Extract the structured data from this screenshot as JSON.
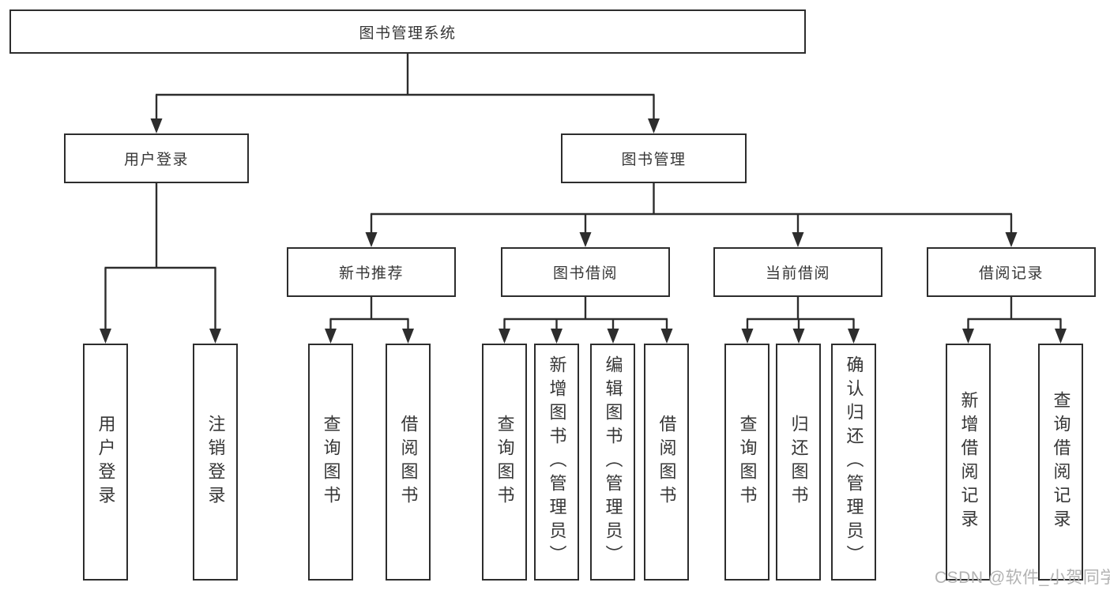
{
  "diagram_title": "图书管理系统",
  "nodes": {
    "root": "图书管理系统",
    "user_login": "用户登录",
    "book_management": "图书管理",
    "new_book_recommend": "新书推荐",
    "book_borrowing": "图书借阅",
    "current_borrowing": "当前借阅",
    "borrowing_records": "借阅记录",
    "leaf_user_login": "用户登录",
    "leaf_logout": "注销登录",
    "recommend_query_books": "查询图书",
    "recommend_borrow_books": "借阅图书",
    "borrowing_query_books": "查询图书",
    "borrowing_add_books": "新增图书（管理员）",
    "borrowing_edit_books": "编辑图书（管理员）",
    "borrowing_borrow_books": "借阅图书",
    "current_query_books": "查询图书",
    "current_return_books": "归还图书",
    "current_confirm_return": "确认归还（管理员）",
    "records_add_record": "新增借阅记录",
    "records_query_record": "查询借阅记录"
  },
  "hierarchy": {
    "图书管理系统": {
      "用户登录": [
        "用户登录",
        "注销登录"
      ],
      "图书管理": {
        "新书推荐": [
          "查询图书",
          "借阅图书"
        ],
        "图书借阅": [
          "查询图书",
          "新增图书（管理员）",
          "编辑图书（管理员）",
          "借阅图书"
        ],
        "当前借阅": [
          "查询图书",
          "归还图书",
          "确认归还（管理员）"
        ],
        "借阅记录": [
          "新增借阅记录",
          "查询借阅记录"
        ]
      }
    }
  },
  "watermark": {
    "text": "CSDN @软件_小贺同学"
  },
  "colors": {
    "line": "#2d2d2d",
    "box_border": "#2d2d2d",
    "text": "#363636",
    "watermark": "#b2b2b2",
    "background": "#ffffff"
  }
}
